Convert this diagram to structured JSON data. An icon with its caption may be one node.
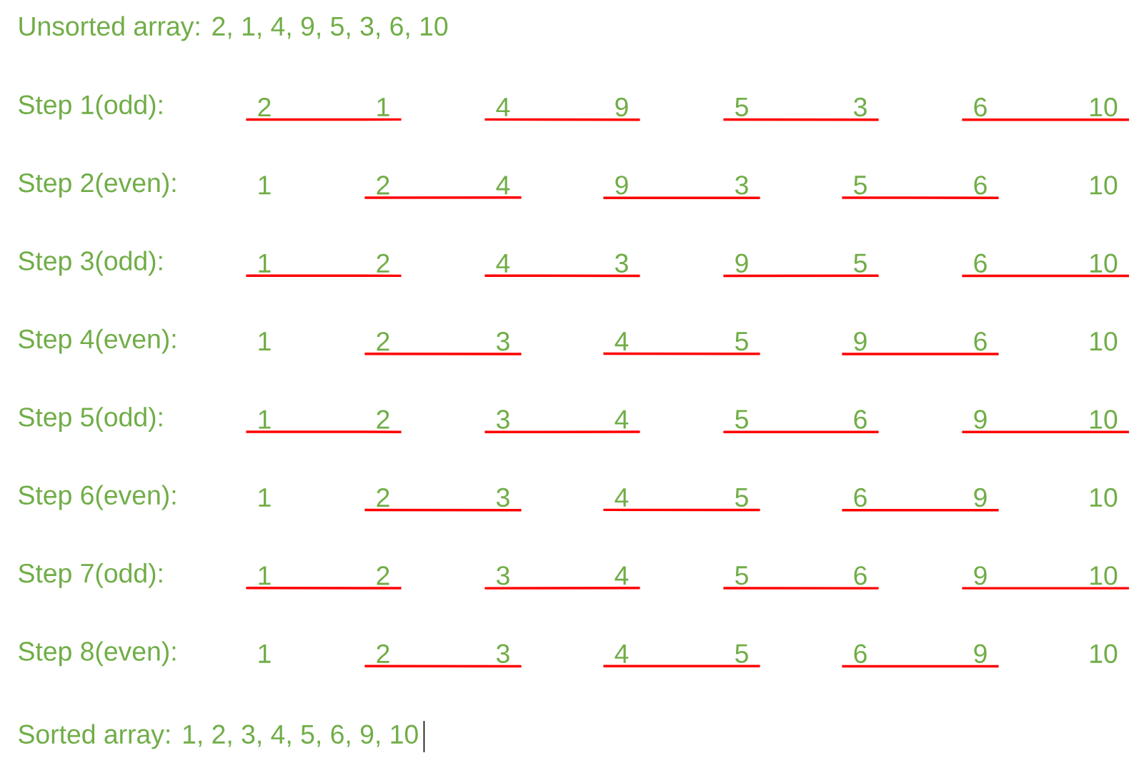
{
  "diagram": {
    "title": "Unsorted array: 2, 1, 4, 9, 5, 3, 6, 10",
    "caption": "Sorted array:  1, 2, 3, 4, 5, 6, 9, 10",
    "nodes": [
      {
        "text": [
          "2"
        ]
      },
      {
        "text": [
          "1"
        ]
      },
      {
        "text": [
          "4"
        ]
      },
      {
        "text": [
          "9"
        ]
      },
      {
        "text": [
          "5"
        ]
      },
      {
        "text": [
          "3"
        ]
      },
      {
        "text": [
          "6"
        ]
      },
      {
        "text": [
          "10"
        ]
      },
      {
        "text": [
          "1"
        ]
      },
      {
        "text": [
          "2"
        ]
      },
      {
        "text": [
          "4"
        ]
      },
      {
        "text": [
          "9"
        ]
      },
      {
        "text": [
          "3"
        ]
      },
      {
        "text": [
          "5"
        ]
      },
      {
        "text": [
          "6"
        ]
      },
      {
        "text": [
          "10"
        ]
      },
      {
        "text": [
          "1"
        ]
      },
      {
        "text": [
          "2"
        ]
      },
      {
        "text": [
          "4"
        ]
      },
      {
        "text": [
          "3"
        ]
      },
      {
        "text": [
          "9"
        ]
      },
      {
        "text": [
          "5"
        ]
      },
      {
        "text": [
          "6"
        ]
      },
      {
        "text": [
          "10"
        ]
      },
      {
        "text": [
          "1"
        ]
      },
      {
        "text": [
          "2"
        ]
      },
      {
        "text": [
          "3"
        ]
      },
      {
        "text": [
          "4"
        ]
      },
      {
        "text": [
          "5"
        ]
      },
      {
        "text": [
          "9"
        ]
      },
      {
        "text": [
          "6"
        ]
      },
      {
        "text": [
          "10"
        ]
      },
      {
        "text": [
          "1"
        ]
      },
      {
        "text": [
          "2"
        ]
      },
      {
        "text": [
          "3"
        ]
      },
      {
        "text": [
          "4"
        ]
      },
      {
        "text": [
          "5"
        ]
      },
      {
        "text": [
          "6"
        ]
      },
      {
        "text": [
          "9"
        ]
      },
      {
        "text": [
          "10"
        ]
      },
      {
        "text": [
          "1"
        ]
      },
      {
        "text": [
          "2"
        ]
      },
      {
        "text": [
          "3"
        ]
      },
      {
        "text": [
          "4"
        ]
      },
      {
        "text": [
          "5"
        ]
      },
      {
        "text": [
          "6"
        ]
      },
      {
        "text": [
          "9"
        ]
      },
      {
        "text": [
          "10"
        ]
      },
      {
        "text": [
          "1"
        ]
      },
      {
        "text": [
          "2"
        ]
      },
      {
        "text": [
          "3"
        ]
      },
      {
        "text": [
          "4"
        ]
      },
      {
        "text": [
          "5"
        ]
      },
      {
        "text": [
          "6"
        ]
      },
      {
        "text": [
          "9"
        ]
      },
      {
        "text": [
          "10"
        ]
      },
      {
        "text": [
          "1"
        ]
      },
      {
        "text": [
          "2"
        ]
      },
      {
        "text": [
          "3"
        ]
      },
      {
        "text": [
          "4"
        ]
      },
      {
        "text": [
          "5"
        ]
      },
      {
        "text": [
          "6"
        ]
      },
      {
        "text": [
          "9"
        ]
      },
      {
        "text": [
          "10"
        ]
      }
    ],
    "edges": [
      {
        "from": 0,
        "to": 1,
        "arrow": "none"
      },
      {
        "from": 2,
        "to": 3,
        "arrow": "none"
      },
      {
        "from": 4,
        "to": 5,
        "arrow": "none"
      },
      {
        "from": 6,
        "to": 7,
        "arrow": "none"
      },
      {
        "from": 9,
        "to": 10,
        "arrow": "none"
      },
      {
        "from": 11,
        "to": 12,
        "arrow": "none"
      },
      {
        "from": 13,
        "to": 14,
        "arrow": "none"
      },
      {
        "from": 16,
        "to": 17,
        "arrow": "none"
      },
      {
        "from": 18,
        "to": 19,
        "arrow": "none"
      },
      {
        "from": 20,
        "to": 21,
        "arrow": "none"
      },
      {
        "from": 22,
        "to": 23,
        "arrow": "none"
      },
      {
        "from": 25,
        "to": 26,
        "arrow": "none"
      },
      {
        "from": 27,
        "to": 28,
        "arrow": "none"
      },
      {
        "from": 29,
        "to": 30,
        "arrow": "none"
      },
      {
        "from": 32,
        "to": 33,
        "arrow": "none"
      },
      {
        "from": 34,
        "to": 35,
        "arrow": "none"
      },
      {
        "from": 36,
        "to": 37,
        "arrow": "none"
      },
      {
        "from": 38,
        "to": 39,
        "arrow": "none"
      },
      {
        "from": 41,
        "to": 42,
        "arrow": "none"
      },
      {
        "from": 43,
        "to": 44,
        "arrow": "none"
      },
      {
        "from": 45,
        "to": 46,
        "arrow": "none"
      },
      {
        "from": 48,
        "to": 49,
        "arrow": "none"
      },
      {
        "from": 50,
        "to": 51,
        "arrow": "none"
      },
      {
        "from": 52,
        "to": 53,
        "arrow": "none"
      },
      {
        "from": 54,
        "to": 55,
        "arrow": "none"
      },
      {
        "from": 57,
        "to": 58,
        "arrow": "none"
      },
      {
        "from": 59,
        "to": 60,
        "arrow": "none"
      },
      {
        "from": 61,
        "to": 62,
        "arrow": "none"
      }
    ],
    "labels": [
      "Step 1(odd):",
      "Step 2(even):",
      "Step 3(odd):",
      "Step 4(even):",
      "Step 5(odd):",
      "Step 6(even):",
      "Step 7(odd):",
      "Step 8(even):"
    ]
  }
}
